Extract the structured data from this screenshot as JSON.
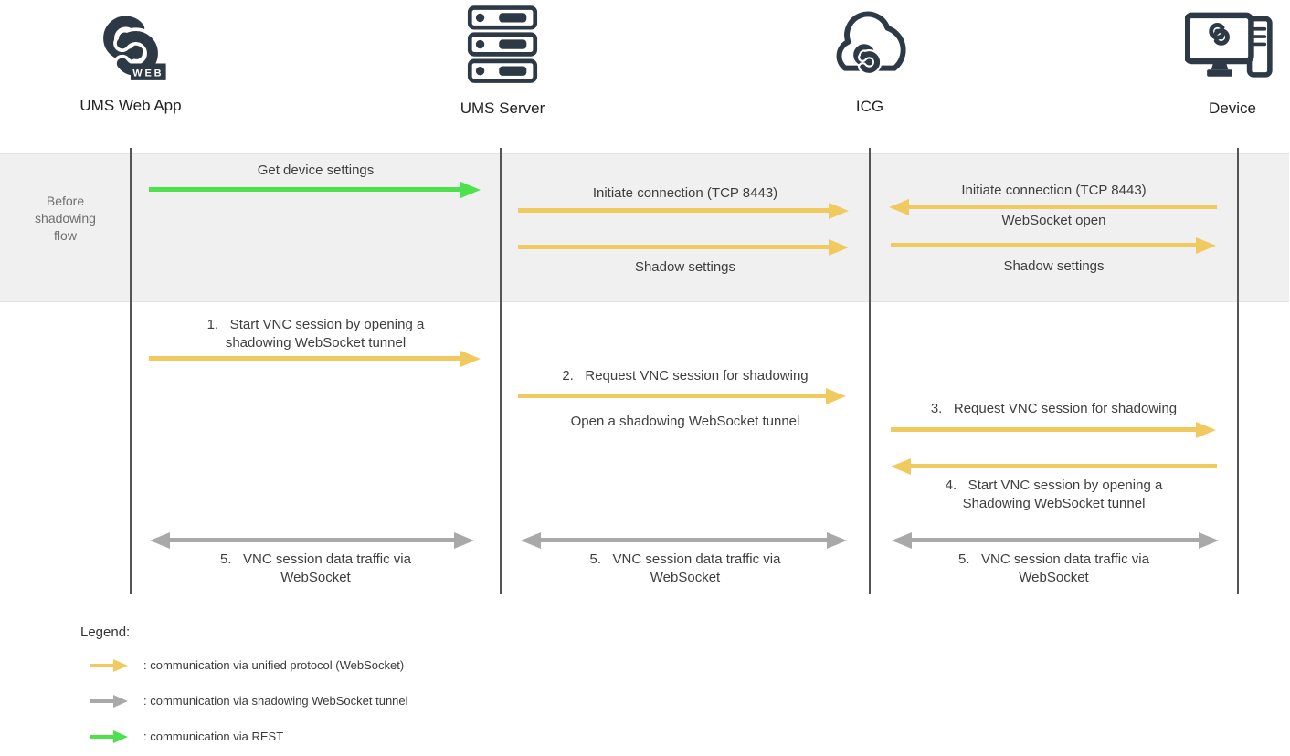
{
  "actors": [
    {
      "label": "UMS Web App",
      "badge": "WEB"
    },
    {
      "label": "UMS Server"
    },
    {
      "label": "ICG"
    },
    {
      "label": "Device"
    }
  ],
  "phase_band": {
    "label": "Before\nshadowing\nflow"
  },
  "messages": {
    "get_device_settings": "Get device settings",
    "initiate_server_icg": "Initiate connection (TCP 8443)",
    "shadow_settings_server_icg": "Shadow settings",
    "initiate_device_icg": "Initiate connection (TCP 8443)",
    "websocket_open": "WebSocket open",
    "shadow_settings_icg_device": "Shadow settings",
    "step1": "1.   Start VNC session by opening a\nshadowing WebSocket tunnel",
    "step2": "2.   Request VNC session for shadowing",
    "step2_note": "Open a shadowing WebSocket tunnel",
    "step3": "3.   Request VNC session for shadowing",
    "step4": "4.   Start VNC session by opening a\nShadowing WebSocket tunnel",
    "step5_web_server": "5.   VNC session data traffic via\nWebSocket",
    "step5_server_icg": "5.   VNC session data traffic via\nWebSocket",
    "step5_icg_device": "5.   VNC session data traffic via\nWebSocket"
  },
  "legend": {
    "title": "Legend:",
    "items": [
      {
        "color": "#F0CA5F",
        "label": ": communication via unified protocol (WebSocket)"
      },
      {
        "color": "#A9A9A9",
        "label": ": communication via shadowing WebSocket tunnel"
      },
      {
        "color": "#4DE24D",
        "label": ": communication via REST"
      }
    ]
  },
  "colors": {
    "unified_protocol_arrow": "#F0CA5F",
    "shadow_tunnel_arrow": "#A9A9A9",
    "rest_arrow": "#4DE24D",
    "icon_dark": "#2D3A45",
    "band_background": "#F0F0F1"
  }
}
